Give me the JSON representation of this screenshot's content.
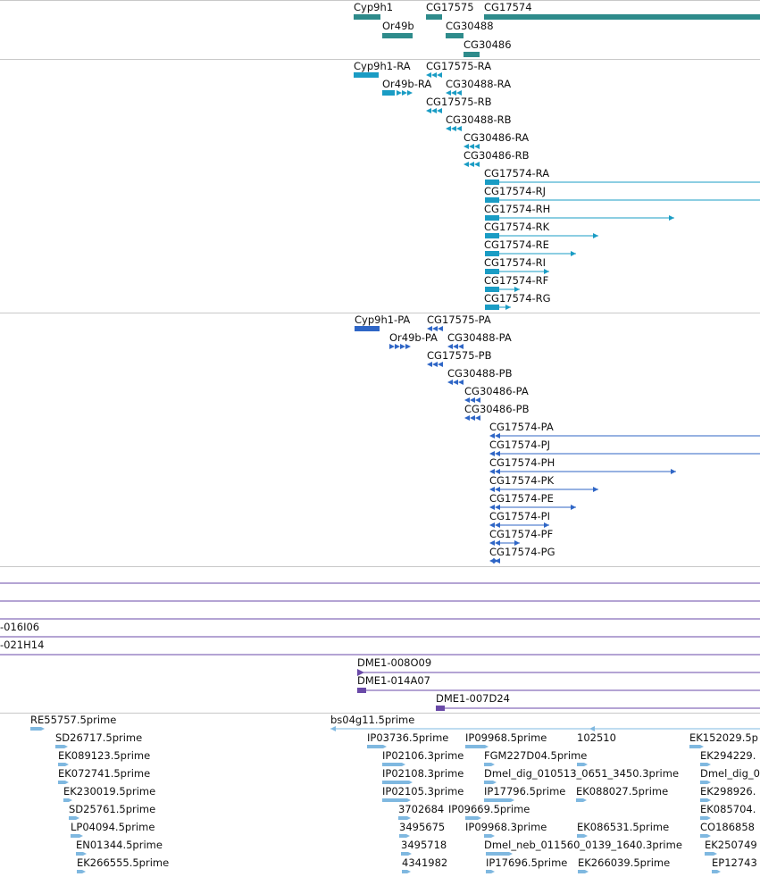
{
  "colors": {
    "gene": "#2e8b8b",
    "mrna": "#1a9cc4",
    "protein": "#2f66c6",
    "clone": "#6a4aa8",
    "est": "#7fb8e0",
    "separator": "#c8c8c8"
  },
  "tracks": {
    "genes": {
      "items": [
        {
          "label": "Cyp9h1"
        },
        {
          "label": "CG17575"
        },
        {
          "label": "CG17574"
        },
        {
          "label": "Or49b"
        },
        {
          "label": "CG30488"
        },
        {
          "label": "CG30486"
        }
      ]
    },
    "transcripts": {
      "items": [
        {
          "label": "Cyp9h1-RA"
        },
        {
          "label": "CG17575-RA"
        },
        {
          "label": "Or49b-RA"
        },
        {
          "label": "CG30488-RA"
        },
        {
          "label": "CG17575-RB"
        },
        {
          "label": "CG30488-RB"
        },
        {
          "label": "CG30486-RA"
        },
        {
          "label": "CG30486-RB"
        },
        {
          "label": "CG17574-RA"
        },
        {
          "label": "CG17574-RJ"
        },
        {
          "label": "CG17574-RH"
        },
        {
          "label": "CG17574-RK"
        },
        {
          "label": "CG17574-RE"
        },
        {
          "label": "CG17574-RI"
        },
        {
          "label": "CG17574-RF"
        },
        {
          "label": "CG17574-RG"
        }
      ]
    },
    "proteins": {
      "items": [
        {
          "label": "Cyp9h1-PA"
        },
        {
          "label": "CG17575-PA"
        },
        {
          "label": "Or49b-PA"
        },
        {
          "label": "CG30488-PA"
        },
        {
          "label": "CG17575-PB"
        },
        {
          "label": "CG30488-PB"
        },
        {
          "label": "CG30486-PA"
        },
        {
          "label": "CG30486-PB"
        },
        {
          "label": "CG17574-PA"
        },
        {
          "label": "CG17574-PJ"
        },
        {
          "label": "CG17574-PH"
        },
        {
          "label": "CG17574-PK"
        },
        {
          "label": "CG17574-PE"
        },
        {
          "label": "CG17574-PI"
        },
        {
          "label": "CG17574-PF"
        },
        {
          "label": "CG17574-PG"
        }
      ]
    },
    "clones": {
      "items": [
        {
          "label": "-016I06"
        },
        {
          "label": "-021H14"
        },
        {
          "label": "DME1-008O09"
        },
        {
          "label": "DME1-014A07"
        },
        {
          "label": "DME1-007D24"
        }
      ]
    },
    "ests": {
      "items": [
        {
          "label": "RE55757.5prime"
        },
        {
          "label": "bs04g11.5prime"
        },
        {
          "label": "SD26717.5prime"
        },
        {
          "label": "IP03736.5prime"
        },
        {
          "label": "IP09968.5prime"
        },
        {
          "label": "102510"
        },
        {
          "label": "EK152029.5p"
        },
        {
          "label": "EK089123.5prime"
        },
        {
          "label": "IP02106.3prime"
        },
        {
          "label": "FGM227D04.5prime"
        },
        {
          "label": "EK294229."
        },
        {
          "label": "EK072741.5prime"
        },
        {
          "label": "IP02108.3prime"
        },
        {
          "label": "Dmel_dig_010513_0651_3450.3prime"
        },
        {
          "label": "Dmel_dig_0"
        },
        {
          "label": "EK230019.5prime"
        },
        {
          "label": "IP02105.3prime"
        },
        {
          "label": "IP17796.5prime"
        },
        {
          "label": "EK088027.5prime"
        },
        {
          "label": "EK298926."
        },
        {
          "label": "SD25761.5prime"
        },
        {
          "label": "3702684"
        },
        {
          "label": "IP09669.5prime"
        },
        {
          "label": "EK085704."
        },
        {
          "label": "LP04094.5prime"
        },
        {
          "label": "3495675"
        },
        {
          "label": "IP09968.3prime"
        },
        {
          "label": "EK086531.5prime"
        },
        {
          "label": "CO186858"
        },
        {
          "label": "EN01344.5prime"
        },
        {
          "label": "3495718"
        },
        {
          "label": "Dmel_neb_011560_0139_1640.3prime"
        },
        {
          "label": "EK250749"
        },
        {
          "label": "EK266555.5prime"
        },
        {
          "label": "4341982"
        },
        {
          "label": "IP17696.5prime"
        },
        {
          "label": "EK266039.5prime"
        },
        {
          "label": "EP12743"
        }
      ]
    }
  }
}
